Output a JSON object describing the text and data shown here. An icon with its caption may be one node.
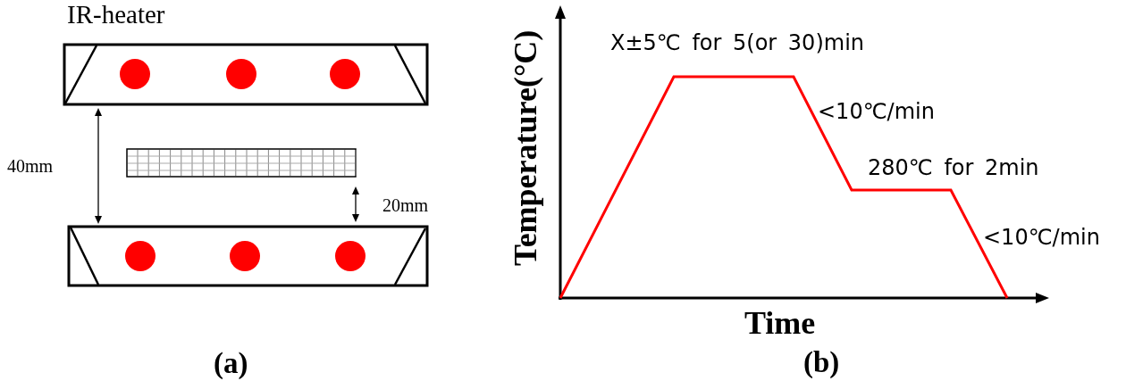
{
  "diagram": {
    "labels": [
      "IR-heater",
      "40mm",
      "20mm",
      "(a)",
      "Temperature(°C)",
      "X±5℃ for 5(or 30)min",
      "<10℃/min",
      "280℃ for 2min",
      "<10℃/min",
      "Time",
      "(b)"
    ]
  }
}
